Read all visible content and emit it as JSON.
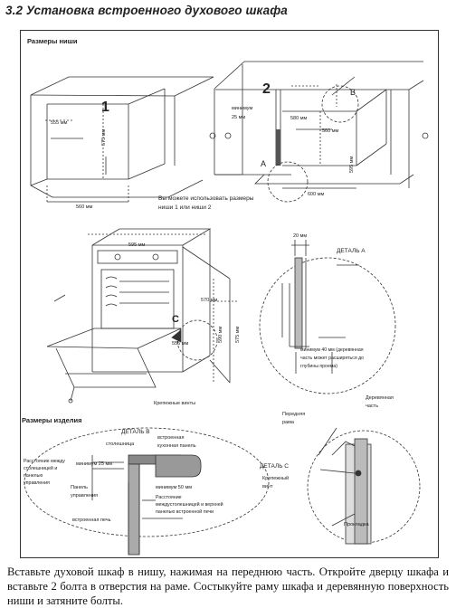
{
  "title": "3.2 Установка встроенного духового шкафа",
  "labels": {
    "niche_sizes": "Размеры ниши",
    "step1": "1",
    "step2": "2",
    "dim_555": "555 мм",
    "dim_575": "575 мм",
    "dim_560": "560 мм",
    "min25": "минимум",
    "min25b": "25 мм",
    "dim_580": "580 мм",
    "dim_560b": "560 мм",
    "dim_595b": "595 мм",
    "dim_600": "600 мм",
    "mark_a": "A",
    "mark_b": "B",
    "note1": "Вы можете использовать размеры",
    "note2": "ниши 1 или ниши 2",
    "dim_595": "595 мм",
    "dim_570": "570 мм",
    "dim_590": "590 мм",
    "dim_575b": "575 мм",
    "dim_555b": "555 мм",
    "mark_c": "C",
    "screws": "Крепежные винты",
    "detail_a": "ДЕТАЛЬ A",
    "dim_20": "20 мм",
    "min40_1": "минимум 40 мм (деревянная",
    "min40_2": "часть может расширяться до",
    "min40_3": "глубины проема)",
    "product_sizes": "Размеры изделия",
    "detail_b": "ДЕТАЛЬ B",
    "countertop": "столешница",
    "built_panel1": "встроенная",
    "built_panel2": "кухонная панель",
    "gap1": "Расстояние между",
    "gap2": "столешницей и",
    "gap3": "панелью",
    "gap4": "управления",
    "min25c": "минимум 25 мм",
    "ctrl1": "Панель",
    "ctrl2": "управления",
    "min50": "минимум 50 мм",
    "dist1": "Расстояние",
    "dist2": "междустолешницей и верхней",
    "dist3": "панелью встроенной печи",
    "oven": "встроенная печь",
    "front1": "Передняя",
    "front2": "рама",
    "wood1": "Деревянная",
    "wood2": "часть",
    "detail_c": "ДЕТАЛЬ C",
    "screw1": "Крепежный",
    "screw2": "винт",
    "gasket": "Прокладка"
  },
  "caption": "Вставьте духовой шкаф в нишу, нажимая на переднюю часть. Откройте дверцу шкафа и вставьте 2 болта в отверстия на раме. Состыкуйте раму шкафа и деревянную поверхность ниши и затяните болты."
}
